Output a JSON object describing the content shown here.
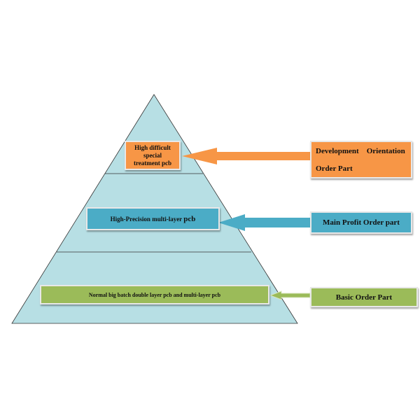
{
  "colors": {
    "orange": "#f79646",
    "blue": "#4bacc6",
    "green": "#9bbb59",
    "pyramid": "#b7dfe4"
  },
  "tiers": [
    {
      "label": "High difficult special treatment pcb",
      "label_lines": [
        "High difficult",
        "special",
        "treatment pcb"
      ],
      "category": "Development    Orientation Order Part",
      "category_lines": [
        "Development    Orientation",
        "Order Part"
      ]
    },
    {
      "label": "High-Precision multi-layer pcb",
      "label_main": "High-Precision multi-layer ",
      "label_pcb": "pcb",
      "category": "Main Profit Order part"
    },
    {
      "label": "Normal big batch double layer pcb and multi-layer pcb",
      "category": "Basic Order Part"
    }
  ]
}
